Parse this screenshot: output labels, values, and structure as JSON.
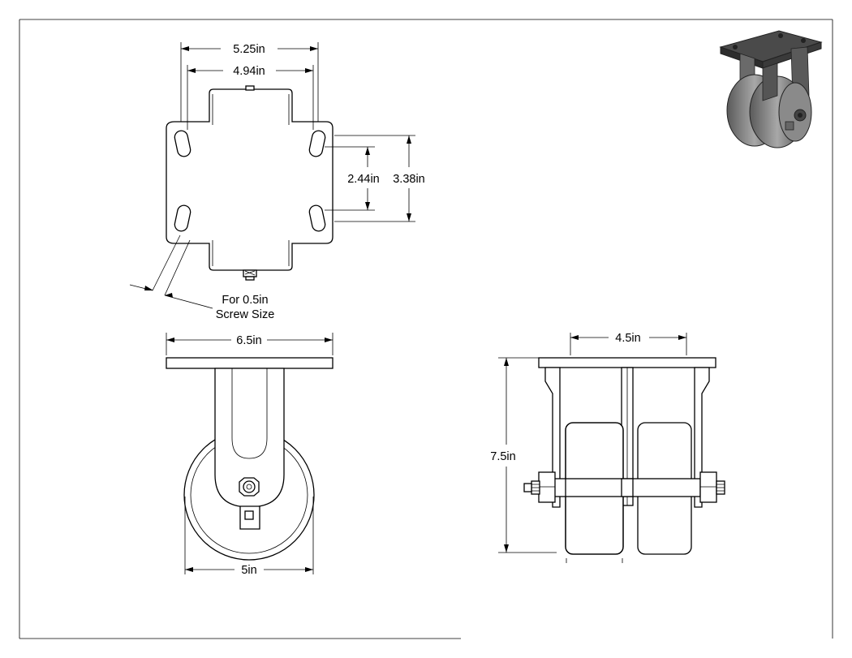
{
  "dimensions": {
    "plate_length": "5.25in",
    "bolt_spacing_length": "4.94in",
    "bolt_spacing_width": "2.44in",
    "plate_width": "3.38in",
    "screw_note_line1": "For 0.5in",
    "screw_note_line2": "Screw Size",
    "top_plate_width": "6.5in",
    "wheel_diameter": "5in",
    "overall_width": "4.5in",
    "overall_height": "7.5in"
  },
  "colors": {
    "line": "#000000",
    "background": "#ffffff",
    "render_dark": "#3a3a3a",
    "render_mid": "#7d7d7d",
    "render_light": "#b5b5b5"
  },
  "icons": [
    "caster-render-image"
  ]
}
